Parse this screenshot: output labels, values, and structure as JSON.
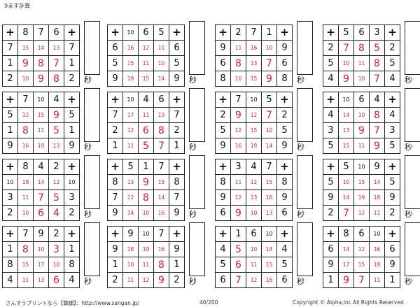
{
  "page": {
    "title": "9ます計算",
    "seconds_label": "秒",
    "footer_left": "さんすうプリントなら【算願】：http://www.sangan.jp/",
    "page_number": "40/200",
    "copyright": "Copyright © Alpha,Inc All Rights Reserved."
  },
  "puzzles": [
    {
      "top": [
        "8",
        "7",
        "6"
      ],
      "rows": [
        {
          "label": "7",
          "cells": [
            "15",
            "14",
            "13"
          ],
          "end": "7"
        },
        {
          "label": "1",
          "cells": [
            "9",
            "8",
            "7"
          ],
          "end": "1"
        },
        {
          "label": "2",
          "cells": [
            "10",
            "9",
            "8"
          ],
          "end": "2"
        }
      ]
    },
    {
      "top": [
        "10",
        "6",
        "5"
      ],
      "rows": [
        {
          "label": "6",
          "cells": [
            "16",
            "12",
            "11"
          ],
          "end": "6"
        },
        {
          "label": "5",
          "cells": [
            "15",
            "11",
            "10"
          ],
          "end": "5"
        },
        {
          "label": "9",
          "cells": [
            "19",
            "15",
            "14"
          ],
          "end": "9"
        }
      ]
    },
    {
      "top": [
        "2",
        "7",
        "1"
      ],
      "rows": [
        {
          "label": "9",
          "cells": [
            "11",
            "16",
            "10"
          ],
          "end": "9"
        },
        {
          "label": "6",
          "cells": [
            "8",
            "13",
            "7"
          ],
          "end": "6"
        },
        {
          "label": "8",
          "cells": [
            "10",
            "15",
            "9"
          ],
          "end": "8"
        }
      ]
    },
    {
      "top": [
        "5",
        "6",
        "3"
      ],
      "rows": [
        {
          "label": "2",
          "cells": [
            "7",
            "8",
            "5"
          ],
          "end": "2"
        },
        {
          "label": "5",
          "cells": [
            "10",
            "11",
            "8"
          ],
          "end": "5"
        },
        {
          "label": "4",
          "cells": [
            "9",
            "10",
            "7"
          ],
          "end": "4"
        }
      ]
    },
    {
      "top": [
        "7",
        "10",
        "4"
      ],
      "rows": [
        {
          "label": "5",
          "cells": [
            "12",
            "15",
            "9"
          ],
          "end": "5"
        },
        {
          "label": "1",
          "cells": [
            "8",
            "11",
            "5"
          ],
          "end": "1"
        },
        {
          "label": "9",
          "cells": [
            "16",
            "19",
            "13"
          ],
          "end": "9"
        }
      ]
    },
    {
      "top": [
        "10",
        "4",
        "6"
      ],
      "rows": [
        {
          "label": "7",
          "cells": [
            "17",
            "11",
            "13"
          ],
          "end": "7"
        },
        {
          "label": "2",
          "cells": [
            "12",
            "6",
            "8"
          ],
          "end": "2"
        },
        {
          "label": "1",
          "cells": [
            "11",
            "5",
            "7"
          ],
          "end": "1"
        }
      ]
    },
    {
      "top": [
        "7",
        "10",
        "5"
      ],
      "rows": [
        {
          "label": "2",
          "cells": [
            "9",
            "12",
            "7"
          ],
          "end": "2"
        },
        {
          "label": "5",
          "cells": [
            "12",
            "15",
            "10"
          ],
          "end": "5"
        },
        {
          "label": "9",
          "cells": [
            "16",
            "19",
            "14"
          ],
          "end": "9"
        }
      ]
    },
    {
      "top": [
        "10",
        "6",
        "4"
      ],
      "rows": [
        {
          "label": "4",
          "cells": [
            "14",
            "10",
            "8"
          ],
          "end": "4"
        },
        {
          "label": "3",
          "cells": [
            "13",
            "9",
            "7"
          ],
          "end": "3"
        },
        {
          "label": "5",
          "cells": [
            "15",
            "11",
            "9"
          ],
          "end": "5"
        }
      ]
    },
    {
      "top": [
        "8",
        "4",
        "2"
      ],
      "rows": [
        {
          "label": "10",
          "cells": [
            "18",
            "14",
            "12"
          ],
          "end": "10"
        },
        {
          "label": "3",
          "cells": [
            "11",
            "7",
            "5"
          ],
          "end": "3"
        },
        {
          "label": "2",
          "cells": [
            "10",
            "6",
            "4"
          ],
          "end": "2"
        }
      ]
    },
    {
      "top": [
        "5",
        "1",
        "7"
      ],
      "rows": [
        {
          "label": "8",
          "cells": [
            "13",
            "9",
            "15"
          ],
          "end": "8"
        },
        {
          "label": "7",
          "cells": [
            "12",
            "8",
            "14"
          ],
          "end": "7"
        },
        {
          "label": "9",
          "cells": [
            "14",
            "10",
            "16"
          ],
          "end": "9"
        }
      ]
    },
    {
      "top": [
        "3",
        "4",
        "7"
      ],
      "rows": [
        {
          "label": "8",
          "cells": [
            "11",
            "12",
            "15"
          ],
          "end": "8"
        },
        {
          "label": "9",
          "cells": [
            "12",
            "13",
            "16"
          ],
          "end": "9"
        },
        {
          "label": "6",
          "cells": [
            "9",
            "10",
            "13"
          ],
          "end": "6"
        }
      ]
    },
    {
      "top": [
        "5",
        "10",
        "9"
      ],
      "rows": [
        {
          "label": "5",
          "cells": [
            "10",
            "15",
            "14"
          ],
          "end": "5"
        },
        {
          "label": "9",
          "cells": [
            "14",
            "19",
            "18"
          ],
          "end": "9"
        },
        {
          "label": "2",
          "cells": [
            "7",
            "12",
            "11"
          ],
          "end": "2"
        }
      ]
    },
    {
      "top": [
        "7",
        "9",
        "2"
      ],
      "rows": [
        {
          "label": "1",
          "cells": [
            "8",
            "10",
            "3"
          ],
          "end": "1"
        },
        {
          "label": "8",
          "cells": [
            "15",
            "17",
            "10"
          ],
          "end": "8"
        },
        {
          "label": "4",
          "cells": [
            "11",
            "13",
            "6"
          ],
          "end": "4"
        }
      ]
    },
    {
      "top": [
        "9",
        "10",
        "7"
      ],
      "rows": [
        {
          "label": "9",
          "cells": [
            "18",
            "19",
            "16"
          ],
          "end": "9"
        },
        {
          "label": "1",
          "cells": [
            "10",
            "11",
            "8"
          ],
          "end": "1"
        },
        {
          "label": "2",
          "cells": [
            "11",
            "12",
            "9"
          ],
          "end": "2"
        }
      ]
    },
    {
      "top": [
        "1",
        "6",
        "10"
      ],
      "rows": [
        {
          "label": "4",
          "cells": [
            "5",
            "10",
            "14"
          ],
          "end": "4"
        },
        {
          "label": "5",
          "cells": [
            "6",
            "11",
            "15"
          ],
          "end": "5"
        },
        {
          "label": "6",
          "cells": [
            "7",
            "12",
            "16"
          ],
          "end": "6"
        }
      ]
    },
    {
      "top": [
        "8",
        "6",
        "10"
      ],
      "rows": [
        {
          "label": "6",
          "cells": [
            "14",
            "12",
            "16"
          ],
          "end": "6"
        },
        {
          "label": "9",
          "cells": [
            "17",
            "15",
            "19"
          ],
          "end": "9"
        },
        {
          "label": "1",
          "cells": [
            "9",
            "7",
            "11"
          ],
          "end": "1"
        }
      ]
    }
  ]
}
